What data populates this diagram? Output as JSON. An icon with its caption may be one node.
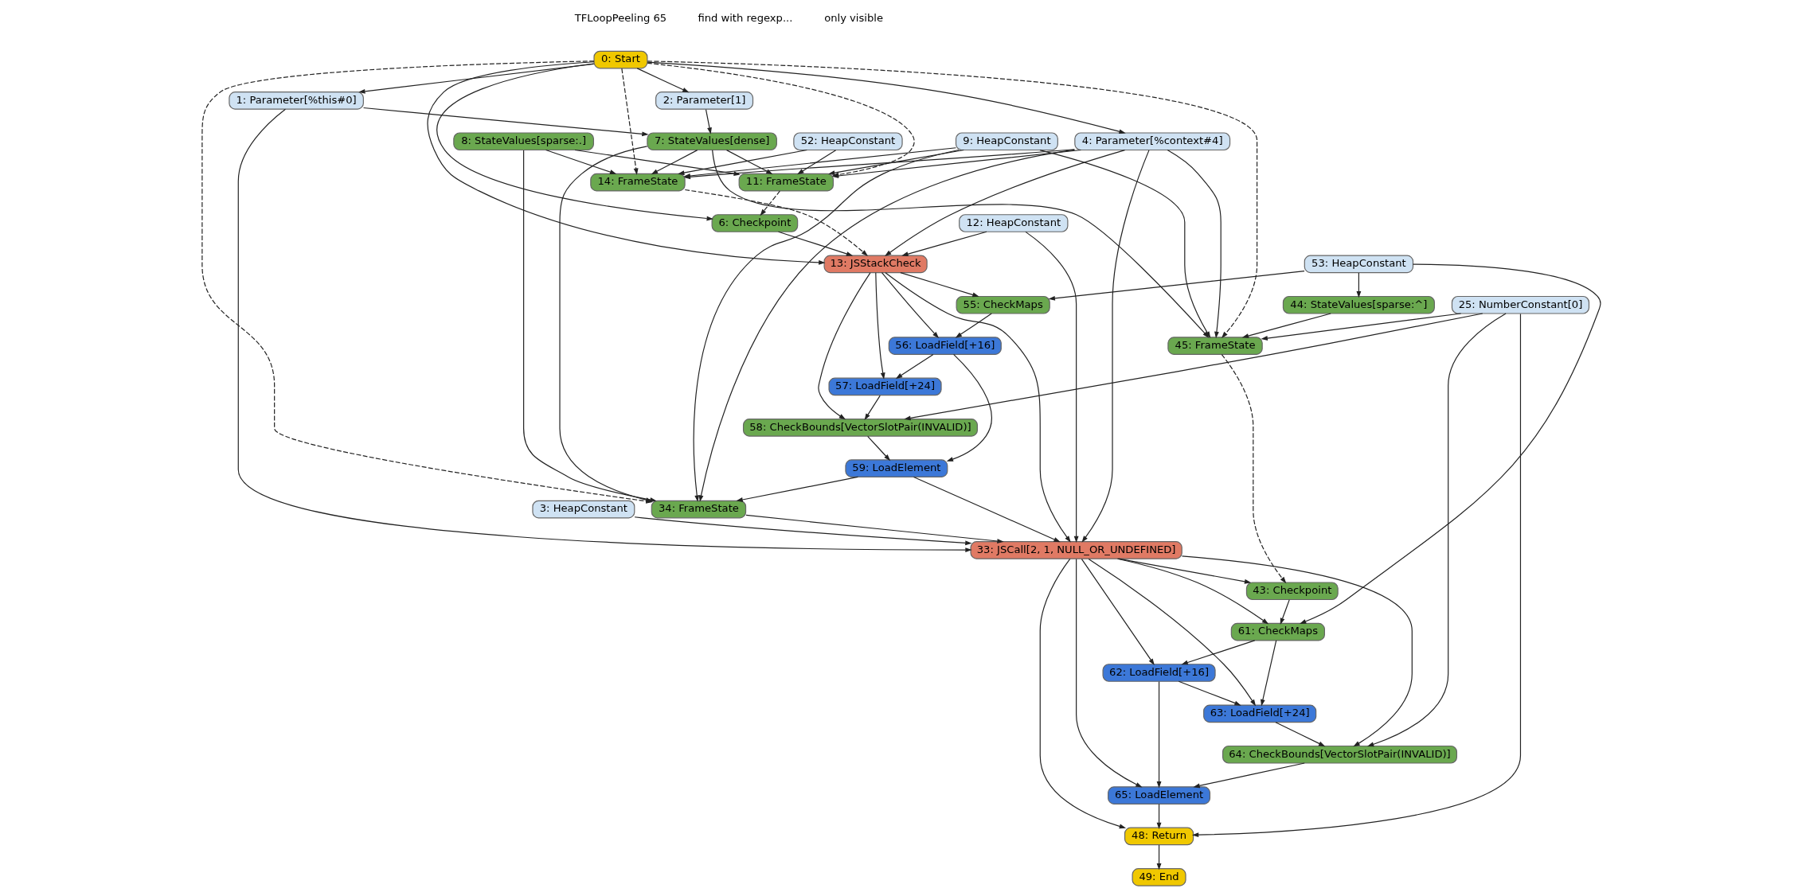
{
  "diagram": {
    "nodes": [
      {
        "text": [
          "0: Start"
        ]
      },
      {
        "text": [
          "1: Parameter[%this#0]"
        ]
      },
      {
        "text": [
          "2: Parameter[1]"
        ]
      },
      {
        "text": [
          "52: HeapConstant"
        ]
      },
      {
        "text": [
          "4: Parameter[%context#4]"
        ]
      },
      {
        "text": [
          "7: StateValues[dense]"
        ]
      },
      {
        "text": [
          "8: StateValues[sparse:.]"
        ]
      },
      {
        "text": [
          "9: HeapConstant"
        ]
      },
      {
        "text": [
          "11: FrameState"
        ]
      },
      {
        "text": [
          "12: HeapConstant"
        ]
      },
      {
        "text": [
          "14: FrameState"
        ]
      },
      {
        "text": [
          "6: Checkpoint"
        ]
      },
      {
        "text": [
          "53: HeapConstant"
        ]
      },
      {
        "text": [
          "13: JSStackCheck"
        ]
      },
      {
        "text": [
          "55: CheckMaps"
        ]
      },
      {
        "text": [
          "56: LoadField[+16]"
        ]
      },
      {
        "text": [
          "25: NumberConstant[0]"
        ]
      },
      {
        "text": [
          "57: LoadField[+24]"
        ]
      },
      {
        "text": [
          "58: CheckBounds[VectorSlotPair(INVALID)]"
        ]
      },
      {
        "text": [
          "44: StateValues[sparse:^]"
        ]
      },
      {
        "text": [
          "3: HeapConstant"
        ]
      },
      {
        "text": [
          "34: FrameState"
        ]
      },
      {
        "text": [
          "59: LoadElement"
        ]
      },
      {
        "text": [
          "33: JSCall[2, 1, NULL_OR_UNDEFINED]"
        ]
      },
      {
        "text": [
          "45: FrameState"
        ]
      },
      {
        "text": [
          "43: Checkpoint"
        ]
      },
      {
        "text": [
          "61: CheckMaps"
        ]
      },
      {
        "text": [
          "62: LoadField[+16]"
        ]
      },
      {
        "text": [
          "63: LoadField[+24]"
        ]
      },
      {
        "text": [
          "64: CheckBounds[VectorSlotPair(INVALID)]"
        ]
      },
      {
        "text": [
          "65: LoadElement"
        ]
      },
      {
        "text": [
          "48: Return"
        ]
      },
      {
        "text": [
          "49: End"
        ]
      }
    ],
    "edges": [
      {
        "from": 0,
        "to": 1,
        "arrow": "to"
      },
      {
        "from": 0,
        "to": 2,
        "arrow": "to"
      },
      {
        "from": 0,
        "to": 4,
        "arrow": "to"
      },
      {
        "from": 0,
        "to": 11,
        "arrow": "to"
      },
      {
        "from": 0,
        "to": 13,
        "arrow": "to"
      },
      {
        "from": 0,
        "to": 8,
        "arrow": "to",
        "style": "dashed"
      },
      {
        "from": 0,
        "to": 10,
        "arrow": "to",
        "style": "dashed"
      },
      {
        "from": 0,
        "to": 21,
        "arrow": "to",
        "style": "dashed"
      },
      {
        "from": 0,
        "to": 24,
        "arrow": "to",
        "style": "dashed"
      },
      {
        "from": 1,
        "to": 5,
        "arrow": "to"
      },
      {
        "from": 2,
        "to": 5,
        "arrow": "to"
      },
      {
        "from": 1,
        "to": 23,
        "arrow": "to"
      },
      {
        "from": 3,
        "to": 8,
        "arrow": "to"
      },
      {
        "from": 3,
        "to": 10,
        "arrow": "to"
      },
      {
        "from": 4,
        "to": 8,
        "arrow": "to"
      },
      {
        "from": 4,
        "to": 10,
        "arrow": "to"
      },
      {
        "from": 4,
        "to": 13,
        "arrow": "to"
      },
      {
        "from": 4,
        "to": 21,
        "arrow": "to"
      },
      {
        "from": 4,
        "to": 24,
        "arrow": "to"
      },
      {
        "from": 4,
        "to": 23,
        "arrow": "to"
      },
      {
        "from": 5,
        "to": 8,
        "arrow": "to"
      },
      {
        "from": 5,
        "to": 10,
        "arrow": "to"
      },
      {
        "from": 5,
        "to": 21,
        "arrow": "to"
      },
      {
        "from": 5,
        "to": 24,
        "arrow": "to"
      },
      {
        "from": 6,
        "to": 8,
        "arrow": "to"
      },
      {
        "from": 6,
        "to": 10,
        "arrow": "to"
      },
      {
        "from": 6,
        "to": 21,
        "arrow": "to"
      },
      {
        "from": 7,
        "to": 8,
        "arrow": "to"
      },
      {
        "from": 7,
        "to": 10,
        "arrow": "to"
      },
      {
        "from": 7,
        "to": 21,
        "arrow": "to"
      },
      {
        "from": 7,
        "to": 24,
        "arrow": "to"
      },
      {
        "from": 8,
        "to": 11,
        "arrow": "to",
        "style": "dashed"
      },
      {
        "from": 10,
        "to": 13,
        "arrow": "to",
        "style": "dashed"
      },
      {
        "from": 9,
        "to": 13,
        "arrow": "to"
      },
      {
        "from": 9,
        "to": 23,
        "arrow": "to"
      },
      {
        "from": 11,
        "to": 13,
        "arrow": "to"
      },
      {
        "from": 13,
        "to": 14,
        "arrow": "to"
      },
      {
        "from": 13,
        "to": 15,
        "arrow": "to"
      },
      {
        "from": 13,
        "to": 17,
        "arrow": "to"
      },
      {
        "from": 13,
        "to": 18,
        "arrow": "to"
      },
      {
        "from": 13,
        "to": 23,
        "arrow": "to"
      },
      {
        "from": 12,
        "to": 14,
        "arrow": "to"
      },
      {
        "from": 12,
        "to": 19,
        "arrow": "to"
      },
      {
        "from": 12,
        "to": 26,
        "arrow": "to"
      },
      {
        "from": 14,
        "to": 15,
        "arrow": "to"
      },
      {
        "from": 15,
        "to": 17,
        "arrow": "to"
      },
      {
        "from": 15,
        "to": 22,
        "arrow": "to"
      },
      {
        "from": 17,
        "to": 18,
        "arrow": "to"
      },
      {
        "from": 16,
        "to": 18,
        "arrow": "to"
      },
      {
        "from": 16,
        "to": 24,
        "arrow": "to"
      },
      {
        "from": 16,
        "to": 29,
        "arrow": "to"
      },
      {
        "from": 16,
        "to": 31,
        "arrow": "to"
      },
      {
        "from": 18,
        "to": 22,
        "arrow": "to"
      },
      {
        "from": 19,
        "to": 24,
        "arrow": "to"
      },
      {
        "from": 20,
        "to": 23,
        "arrow": "to"
      },
      {
        "from": 21,
        "to": 23,
        "arrow": "to"
      },
      {
        "from": 22,
        "to": 23,
        "arrow": "to"
      },
      {
        "from": 22,
        "to": 21,
        "arrow": "to"
      },
      {
        "from": 23,
        "to": 25,
        "arrow": "to"
      },
      {
        "from": 23,
        "to": 26,
        "arrow": "to"
      },
      {
        "from": 23,
        "to": 27,
        "arrow": "to"
      },
      {
        "from": 23,
        "to": 28,
        "arrow": "to"
      },
      {
        "from": 23,
        "to": 29,
        "arrow": "to"
      },
      {
        "from": 23,
        "to": 30,
        "arrow": "to"
      },
      {
        "from": 23,
        "to": 31,
        "arrow": "to"
      },
      {
        "from": 24,
        "to": 25,
        "arrow": "to",
        "style": "dashed"
      },
      {
        "from": 25,
        "to": 26,
        "arrow": "to"
      },
      {
        "from": 26,
        "to": 27,
        "arrow": "to"
      },
      {
        "from": 26,
        "to": 28,
        "arrow": "to"
      },
      {
        "from": 27,
        "to": 28,
        "arrow": "to"
      },
      {
        "from": 27,
        "to": 30,
        "arrow": "to"
      },
      {
        "from": 28,
        "to": 29,
        "arrow": "to"
      },
      {
        "from": 29,
        "to": 30,
        "arrow": "to"
      },
      {
        "from": 30,
        "to": 31,
        "arrow": "to"
      },
      {
        "from": 31,
        "to": 32,
        "arrow": "to"
      }
    ],
    "labels": [
      "TFLoopPeeling 65",
      "find with regexp...",
      "only visible"
    ]
  }
}
